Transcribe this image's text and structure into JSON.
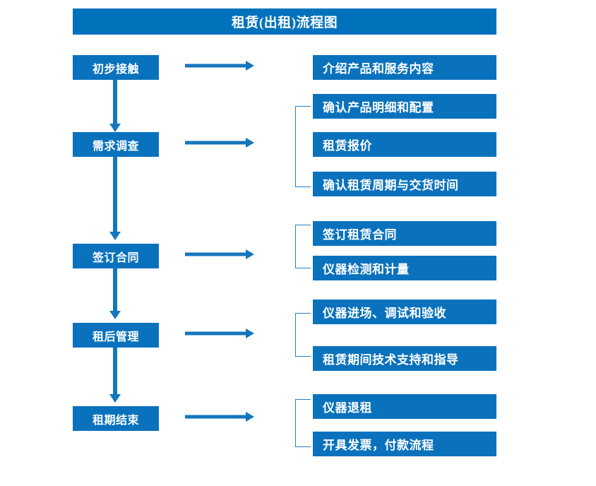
{
  "chart_data": {
    "type": "diagram",
    "title": "租赁(出租)流程图",
    "diagram_kind": "flowchart",
    "orientation": "vertical-with-side-branches",
    "stages": [
      {
        "label": "初步接触",
        "details": [
          "介绍产品和服务内容"
        ],
        "grouped_by_bracket": false
      },
      {
        "label": "需求调查",
        "details": [
          "确认产品明细和配置",
          "租赁报价",
          "确认租赁周期与交货时间"
        ],
        "grouped_by_bracket": true
      },
      {
        "label": "签订合同",
        "details": [
          "签订租赁合同",
          "仪器检测和计量"
        ],
        "grouped_by_bracket": true
      },
      {
        "label": "租后管理",
        "details": [
          "仪器进场、调试和验收",
          "租赁期间技术支持和指导"
        ],
        "grouped_by_bracket": true
      },
      {
        "label": "租期结束",
        "details": [
          "仪器退租",
          "开具发票，付款流程"
        ],
        "grouped_by_bracket": true
      }
    ]
  },
  "title": {
    "text": "租赁(出租)流程图"
  },
  "colors": {
    "title_bar": "#0072bc",
    "box_fill": "#0a72bd",
    "box_text": "#ffffff",
    "arrow": "#1376bd",
    "bracket": "#2a7fc4",
    "background": "#ffffff"
  },
  "stages": {
    "s1": {
      "label": "初步接触"
    },
    "s2": {
      "label": "需求调查"
    },
    "s3": {
      "label": "签订合同"
    },
    "s4": {
      "label": "租后管理"
    },
    "s5": {
      "label": "租期结束"
    }
  },
  "details": {
    "d1": {
      "label": "介绍产品和服务内容"
    },
    "d2": {
      "label": "确认产品明细和配置"
    },
    "d3": {
      "label": "租赁报价"
    },
    "d4": {
      "label": "确认租赁周期与交货时间"
    },
    "d5": {
      "label": "签订租赁合同"
    },
    "d6": {
      "label": "仪器检测和计量"
    },
    "d7": {
      "label": "仪器进场、调试和验收"
    },
    "d8": {
      "label": "租赁期间技术支持和指导"
    },
    "d9": {
      "label": "仪器退租"
    },
    "d10": {
      "label": "开具发票，付款流程"
    }
  },
  "icons": {
    "arrow_right": "right-arrow-icon",
    "arrow_down": "down-arrow-icon",
    "bracket": "group-bracket-icon"
  }
}
